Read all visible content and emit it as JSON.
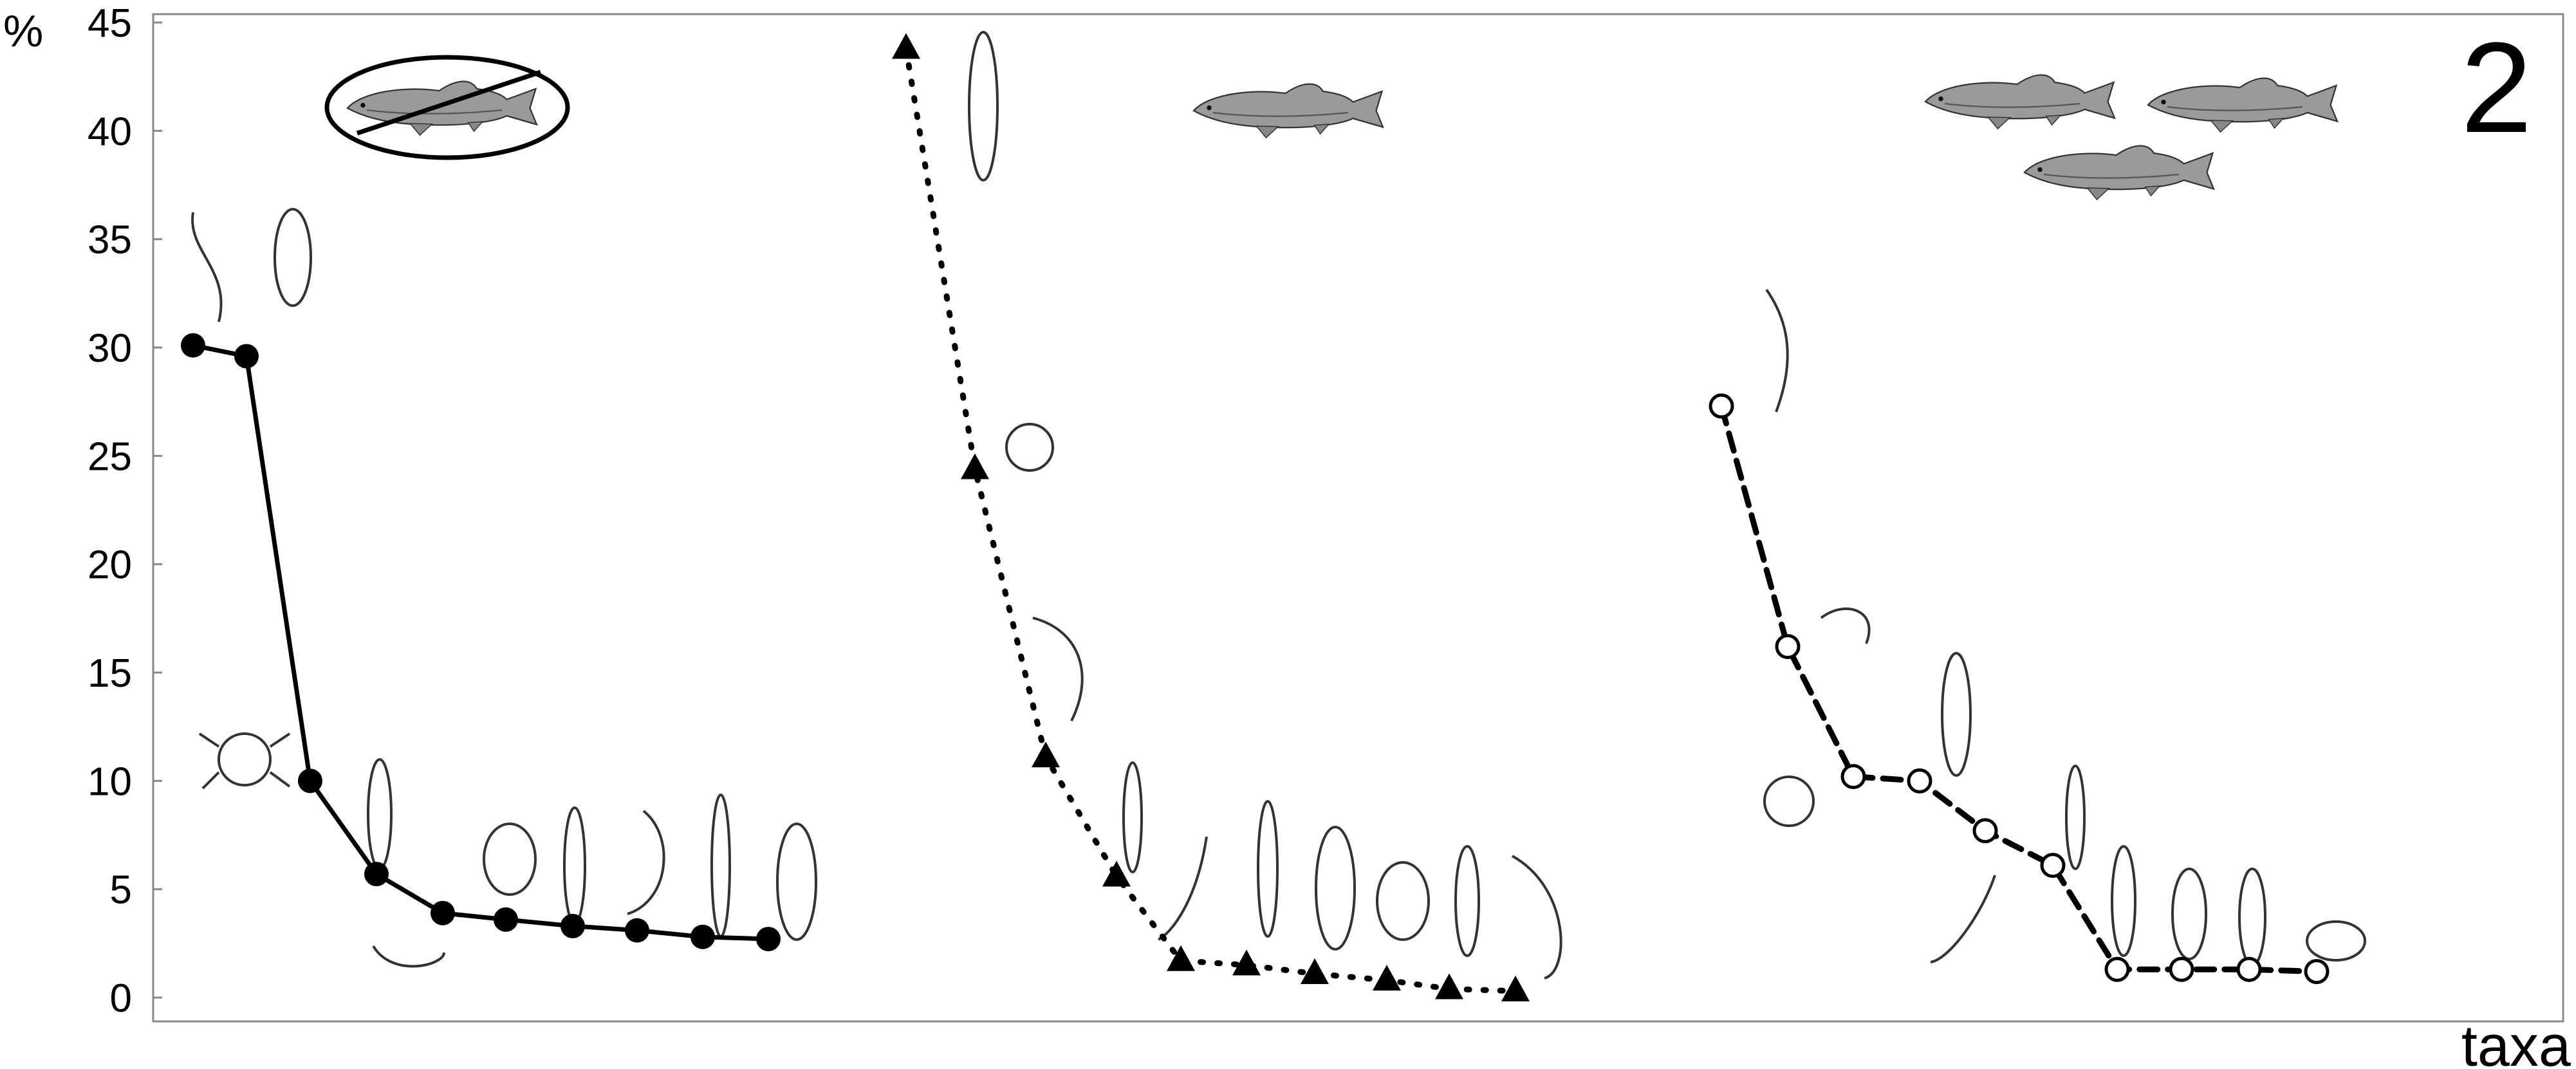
{
  "chart_data": {
    "type": "line",
    "panel_number": "2",
    "y_unit": "%",
    "xlabel": "taxa",
    "ylim": [
      0,
      45
    ],
    "yticks": [
      0,
      5,
      10,
      15,
      20,
      25,
      30,
      35,
      40,
      45
    ],
    "grid": false,
    "legend": "none",
    "series": [
      {
        "group": "no fish",
        "fish_count": 0,
        "line_style": "solid",
        "marker": "filled-circle",
        "values": [
          30.1,
          29.6,
          10.0,
          5.7,
          3.9,
          3.6,
          3.3,
          3.1,
          2.8,
          2.7
        ]
      },
      {
        "group": "one fish",
        "fish_count": 1,
        "line_style": "dotted",
        "marker": "filled-triangle",
        "values": [
          43.8,
          24.4,
          11.1,
          5.6,
          1.7,
          1.5,
          1.1,
          0.8,
          0.4,
          0.3
        ]
      },
      {
        "group": "three fish",
        "fish_count": 3,
        "line_style": "dashed",
        "marker": "open-circle",
        "values": [
          27.3,
          16.2,
          10.2,
          10.0,
          7.7,
          6.1,
          1.3,
          1.3,
          1.3,
          1.2
        ]
      }
    ]
  }
}
